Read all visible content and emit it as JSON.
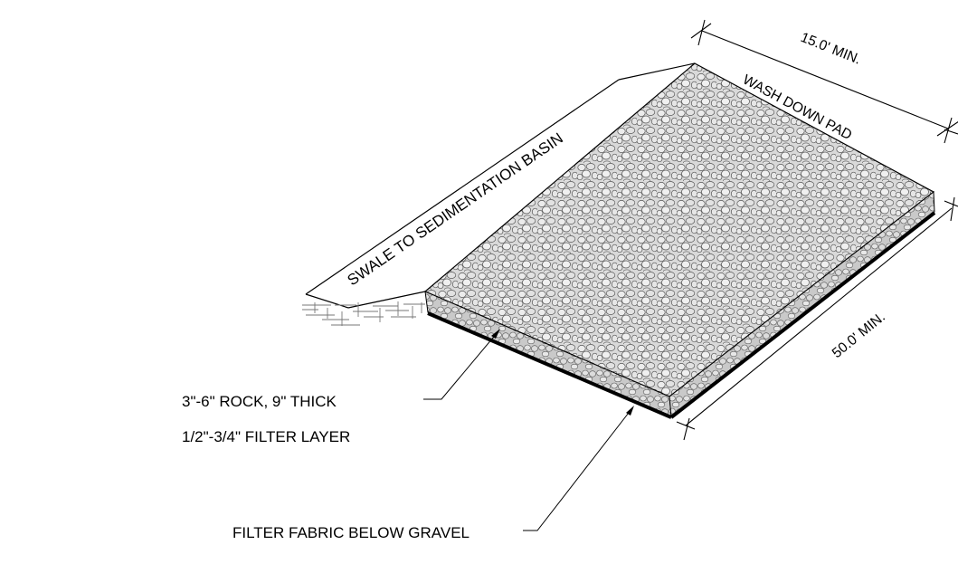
{
  "labels": {
    "swale": "SWALE TO SEDIMENTATION BASIN",
    "pad_name": "WASH DOWN PAD",
    "width_dim": "15.0' MIN.",
    "length_dim": "50.0' MIN.",
    "rock_line1": "3\"-6\" ROCK, 9\" THICK",
    "rock_line2": "1/2\"-3/4\" FILTER LAYER",
    "fabric": "FILTER FABRIC BELOW GRAVEL"
  },
  "colors": {
    "ink": "#000000",
    "stone_fill": "#d6d6d6",
    "stone_side": "#c4c4c4",
    "paper": "#ffffff"
  }
}
